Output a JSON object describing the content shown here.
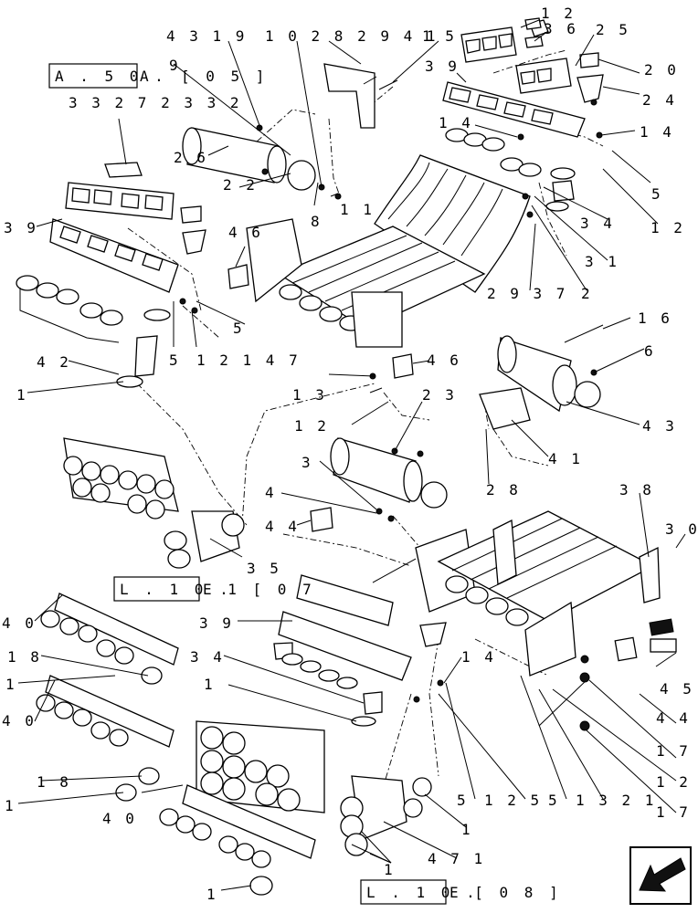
{
  "callouts": [
    {
      "id": "c1",
      "text": "1 2"
    },
    {
      "id": "c2",
      "text": "3 6"
    },
    {
      "id": "c3",
      "text": "2 5"
    },
    {
      "id": "c4",
      "text": "2 0"
    },
    {
      "id": "c5",
      "text": "2 4"
    },
    {
      "id": "c6",
      "text": "1 4"
    },
    {
      "id": "c7",
      "text": "1 4"
    },
    {
      "id": "c8",
      "text": "5"
    },
    {
      "id": "c9",
      "text": "1 2"
    },
    {
      "id": "c10",
      "text": "3 4"
    },
    {
      "id": "c11",
      "text": "3 1"
    },
    {
      "id": "c12",
      "text": "2"
    },
    {
      "id": "c13",
      "text": "2 9 3 7"
    },
    {
      "id": "c14",
      "text": "4 3 1 9"
    },
    {
      "id": "c15",
      "text": "1 0 2 8 2 9 4 1"
    },
    {
      "id": "c16",
      "text": "1 5"
    },
    {
      "id": "c17",
      "text": "3 9"
    },
    {
      "id": "c18",
      "text": "9"
    },
    {
      "id": "c19",
      "text": "2 6"
    },
    {
      "id": "c20",
      "text": "2 2"
    },
    {
      "id": "c21",
      "text": "8"
    },
    {
      "id": "c22",
      "text": "1 1"
    },
    {
      "id": "c23",
      "text": "3 3 2 7 2 3 3 2"
    },
    {
      "id": "c24",
      "text": "3 9"
    },
    {
      "id": "c25",
      "text": "4 6"
    },
    {
      "id": "c26",
      "text": "5"
    },
    {
      "id": "c27",
      "text": "5"
    },
    {
      "id": "c28",
      "text": "1 2 1 4 7"
    },
    {
      "id": "c29",
      "text": "4 2"
    },
    {
      "id": "c30",
      "text": "1"
    },
    {
      "id": "c31",
      "text": "1 3"
    },
    {
      "id": "c32",
      "text": "1 2"
    },
    {
      "id": "c33",
      "text": "4 6"
    },
    {
      "id": "c34",
      "text": "2 3"
    },
    {
      "id": "c35",
      "text": "1 6"
    },
    {
      "id": "c36",
      "text": "6"
    },
    {
      "id": "c37",
      "text": "4 3"
    },
    {
      "id": "c38",
      "text": "4 1"
    },
    {
      "id": "c39",
      "text": "2 8"
    },
    {
      "id": "c40",
      "text": "3"
    },
    {
      "id": "c41",
      "text": "4"
    },
    {
      "id": "c42",
      "text": "4 4"
    },
    {
      "id": "c43",
      "text": "3 5"
    },
    {
      "id": "c44",
      "text": "3 8"
    },
    {
      "id": "c45",
      "text": "3 0"
    },
    {
      "id": "c46",
      "text": "4 0"
    },
    {
      "id": "c47",
      "text": "3 9"
    },
    {
      "id": "c48",
      "text": "3 4"
    },
    {
      "id": "c49",
      "text": "1 4"
    },
    {
      "id": "c50",
      "text": "1 8"
    },
    {
      "id": "c51",
      "text": "1"
    },
    {
      "id": "c52",
      "text": "1"
    },
    {
      "id": "c53",
      "text": "4 0"
    },
    {
      "id": "c54",
      "text": "1 8"
    },
    {
      "id": "c55",
      "text": "1"
    },
    {
      "id": "c56",
      "text": "4 0"
    },
    {
      "id": "c57",
      "text": "4 5"
    },
    {
      "id": "c58",
      "text": "4 4"
    },
    {
      "id": "c59",
      "text": "1 7"
    },
    {
      "id": "c60",
      "text": "1 2"
    },
    {
      "id": "c61",
      "text": "1 7"
    },
    {
      "id": "c62",
      "text": "5"
    },
    {
      "id": "c63",
      "text": "1 2 5"
    },
    {
      "id": "c64",
      "text": "5"
    },
    {
      "id": "c65",
      "text": "1 3 2 1"
    },
    {
      "id": "c66",
      "text": "1"
    },
    {
      "id": "c67",
      "text": "4 7 1"
    },
    {
      "id": "c68",
      "text": "1"
    },
    {
      "id": "c69",
      "text": "1"
    }
  ],
  "refs": {
    "r1_box": "A . 5 0 .",
    "r1_tail": "A",
    "r2_tail": "[ 0 5 ]",
    "r3_box": "L . 1 0 .",
    "r3_tail": "E 1 [ 0 7",
    "r4_box": "L . 1 0 .",
    "r4_tail": "E   [ 0 8 ]"
  }
}
